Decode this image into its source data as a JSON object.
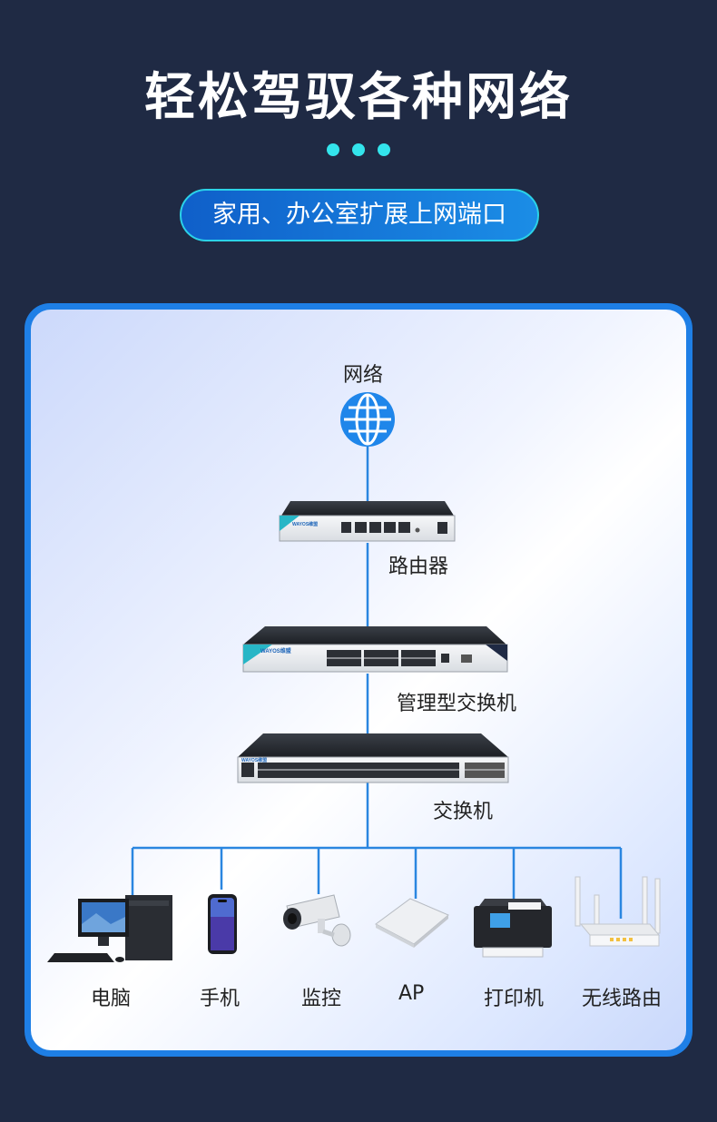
{
  "header": {
    "title": "轻松驾驭各种网络",
    "subtitle": "家用、办公室扩展上网端口"
  },
  "diagram": {
    "network_label": "网络",
    "router_label": "路由器",
    "managed_switch_label": "管理型交换机",
    "switch_label": "交换机",
    "router_brand": "WAYOS维盟",
    "managed_brand": "WAYOS维盟",
    "switch_brand": "WAYOS维盟",
    "endpoints": [
      {
        "label": "电脑",
        "icon": "desktop-computer-icon"
      },
      {
        "label": "手机",
        "icon": "smartphone-icon"
      },
      {
        "label": "监控",
        "icon": "security-camera-icon"
      },
      {
        "label": "AP",
        "icon": "access-point-icon"
      },
      {
        "label": "打印机",
        "icon": "printer-icon"
      },
      {
        "label": "无线路由",
        "icon": "wireless-router-icon"
      }
    ]
  },
  "colors": {
    "background": "#1f2a44",
    "accent": "#33e4ec",
    "line": "#2a86e0",
    "globe": "#1f86ea"
  }
}
